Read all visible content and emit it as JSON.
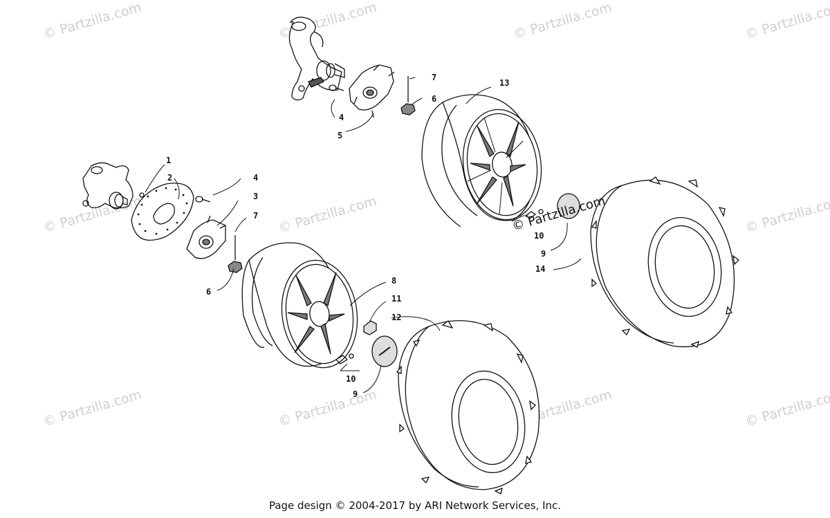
{
  "watermark": {
    "text": "© Partzilla.com",
    "center_text": "© Partzilla.com"
  },
  "footer": {
    "text": "Page design © 2004-2017 by ARI Network Services, Inc."
  },
  "callouts": {
    "c1": "1",
    "c2": "2",
    "c3": "3",
    "c4a": "4",
    "c4b": "4",
    "c5": "5",
    "c6a": "6",
    "c6b": "6",
    "c7a": "7",
    "c7b": "7",
    "c8": "8",
    "c9a": "9",
    "c9b": "9",
    "c10a": "10",
    "c10b": "10",
    "c11": "11",
    "c12": "12",
    "c13": "13",
    "c14": "14"
  },
  "colors": {
    "line": "#111111",
    "watermark": "#cfcfcf",
    "wheel_fill": "#7a7a7a"
  }
}
